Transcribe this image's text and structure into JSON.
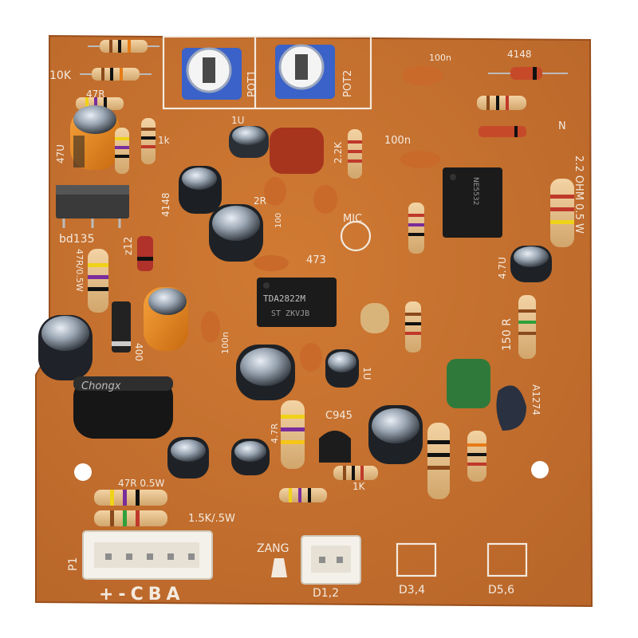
{
  "labels": {
    "pot1": "POT1",
    "pot2": "POT2",
    "r10k": "10K",
    "r47r": "47R",
    "cap47u": "47U",
    "r1k": "1k",
    "c1u": "1U",
    "r22k": "2.2K",
    "c100n_top": "100n",
    "c100n_mid": "100n",
    "d4148_top": "4148",
    "d4148_left": "4148",
    "n_mark": "N",
    "r22ohm": "2.2 OHM 0.5 W",
    "mic": "MIC",
    "c473": "473",
    "bd135": "bd135",
    "z12": "z12",
    "r47r_5w": "47R/0.5W",
    "ic_main": "TDA2822M",
    "ic_sub": "ST ZKVJB",
    "ic_right": "NE5532",
    "c100n_low": "100n",
    "c1u_low": "1U",
    "r150": "150 R",
    "c4u7": "4.7U",
    "a1274": "A1274",
    "c945": "C945",
    "r47r_low": "4.7R",
    "r1k_low": "1K",
    "r47r_05w": "47R 0.5W",
    "r15k": "1.5K/.5W",
    "p1": "P1",
    "zang": "ZANG",
    "d12": "D1,2",
    "d34": "D3,4",
    "d56": "D5,6",
    "pins": "+-CBA",
    "d400": "400",
    "cap_brand": "Chongx",
    "r2r": "2R",
    "r100": "100"
  },
  "colors": {
    "board": "#c8732d",
    "silk": "#f3eadf",
    "trimmer": "#3a62c8",
    "ic": "#1b1b1b",
    "green_cap": "#2f7a3a"
  }
}
